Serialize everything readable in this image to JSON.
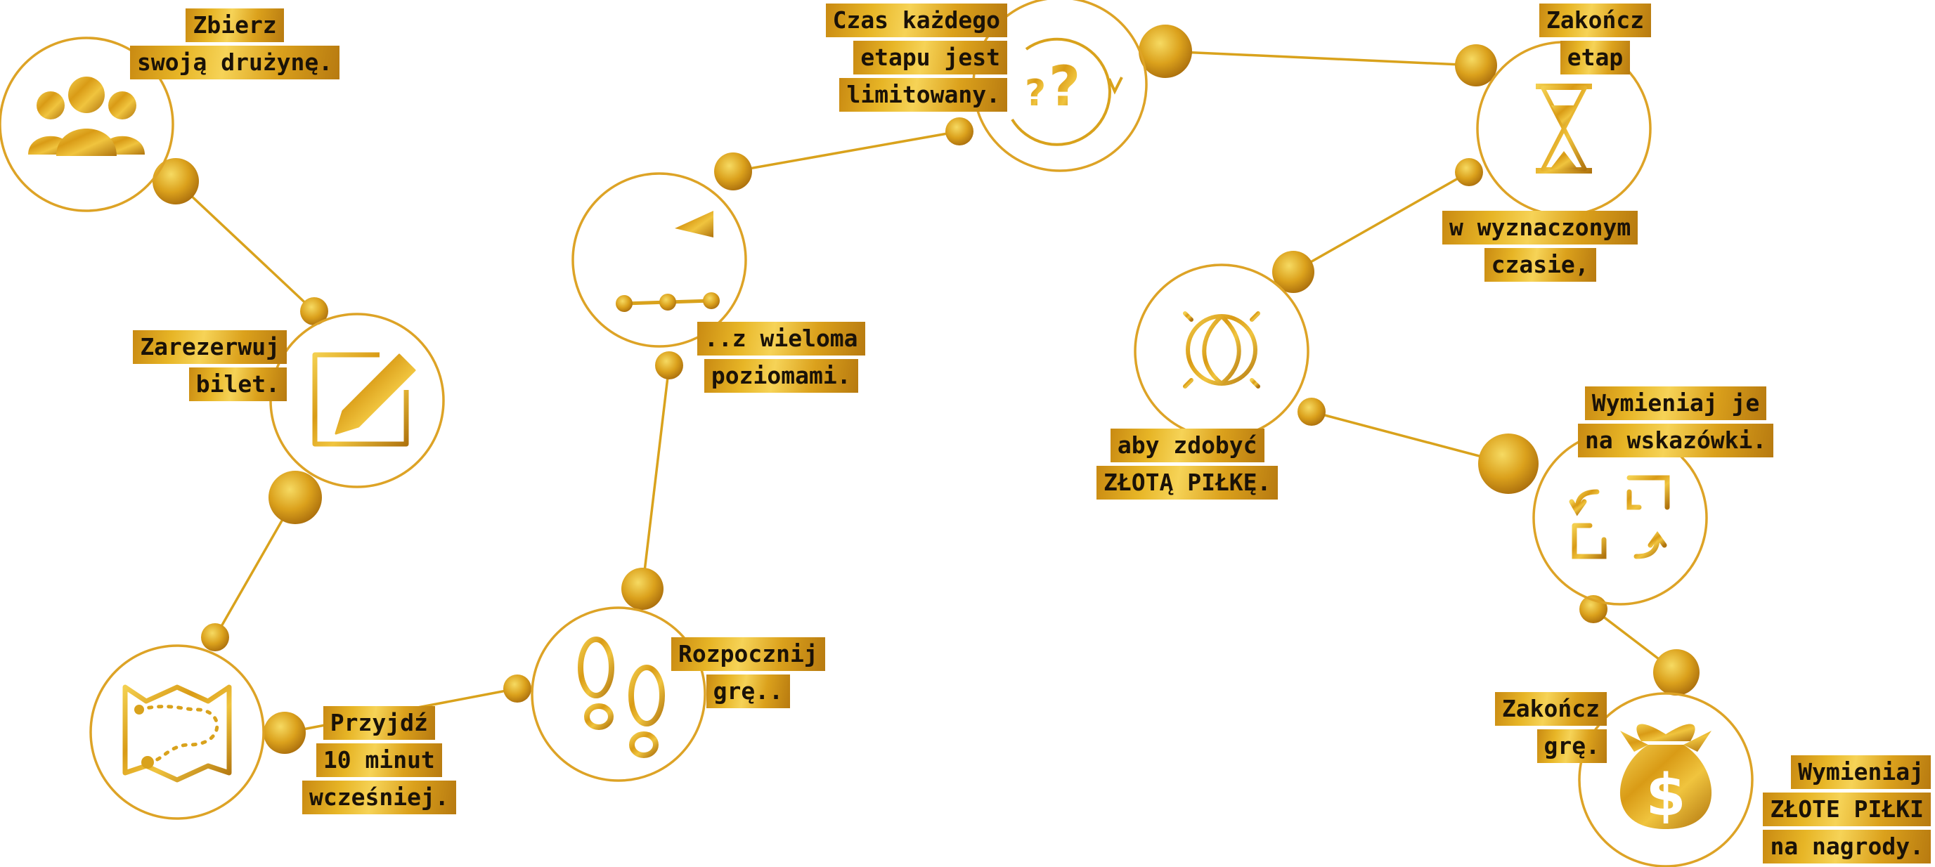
{
  "colors": {
    "gold": "#d9a21c",
    "gold_light": "#f3cf4f",
    "gold_dark": "#b0740e",
    "text": "#1a1208",
    "background": "#ffffff"
  },
  "steps": [
    {
      "id": "team",
      "icon": "team-icon",
      "lines": [
        "Zbierz",
        "swoją drużynę."
      ]
    },
    {
      "id": "ticket",
      "icon": "pencil-edit-icon",
      "lines": [
        "Zarezerwuj",
        "bilet."
      ]
    },
    {
      "id": "arrive",
      "icon": "map-route-icon",
      "lines": [
        "Przyjdź",
        "10 minut",
        "wcześniej."
      ]
    },
    {
      "id": "start",
      "icon": "footprints-icon",
      "lines": [
        "Rozpocznij",
        "grę.."
      ]
    },
    {
      "id": "levels",
      "icon": "flag-path-icon",
      "lines": [
        "..z wieloma",
        "poziomami."
      ]
    },
    {
      "id": "limited",
      "icon": "question-cycle-icon",
      "lines": [
        "Czas każdego",
        "etapu jest",
        "limitowany."
      ]
    },
    {
      "id": "finish-stage",
      "icon": "hourglass-icon",
      "lines": [
        "Zakończ",
        "etap"
      ]
    },
    {
      "id": "in-time",
      "icon": "",
      "lines": [
        "w wyznaczonym",
        "czasie,"
      ]
    },
    {
      "id": "golden-ball",
      "icon": "golden-ball-icon",
      "lines": [
        "aby zdobyć",
        "ZŁOTĄ PIŁKĘ."
      ]
    },
    {
      "id": "exchange",
      "icon": "exchange-arrows-icon",
      "lines": [
        "Wymieniaj je",
        "na wskazówki."
      ]
    },
    {
      "id": "finish-game",
      "icon": "",
      "lines": [
        "Zakończ",
        "grę."
      ]
    },
    {
      "id": "prizes",
      "icon": "money-bag-icon",
      "lines": [
        "Wymieniaj",
        "ZŁOTE PIŁKI",
        "na nagrody."
      ]
    }
  ]
}
